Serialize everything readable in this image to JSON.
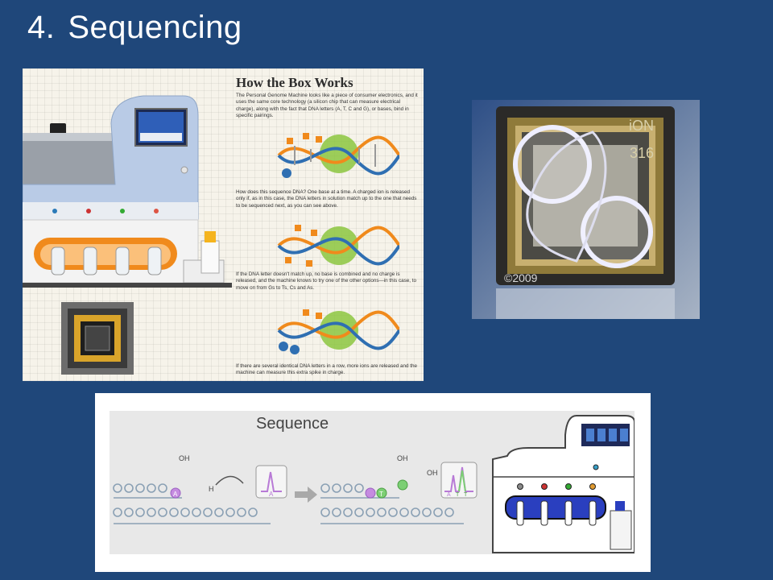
{
  "slide": {
    "number": "4.",
    "title": "Sequencing"
  },
  "infographic": {
    "heading": "How the Box Works",
    "intro": "The Personal Genome Machine looks like a piece of consumer electronics, and it uses the same core technology (a silicon chip that can measure electrical charge), along with the fact that DNA letters (A, T, C and G), or bases, bind in specific pairings.",
    "p1": "How does this sequence DNA? One base at a time. A charged ion is released only if, as in this case, the DNA letters in solution match up to the one that needs to be sequenced next, as you can see above.",
    "p2": "If the DNA letter doesn't match up, no base is combined and no charge is released, and the machine knows to try one of the other options—in this case, to move on from Gs to Ts, Cs and As.",
    "p3": "If there are several identical DNA letters in a row, more ions are released and the machine can measure this extra spike in charge."
  },
  "chip_photo": {
    "brand": "iON",
    "model": "316",
    "year": "©2009"
  },
  "sequence": {
    "title": "Sequence",
    "base_a": "A",
    "base_t": "T",
    "ion_label": "H",
    "oh_label": "OH",
    "signal_1": "A",
    "signal_2_a": "A",
    "signal_2_t1": "T",
    "signal_2_t2": "T"
  },
  "colors": {
    "background": "#1f477a",
    "orange": "#f08a1c",
    "dna_blue": "#2f6fb2",
    "chip_gold": "#d9a42a",
    "signal_purple": "#b87ad6",
    "machine_blue": "#2a3fbf"
  }
}
